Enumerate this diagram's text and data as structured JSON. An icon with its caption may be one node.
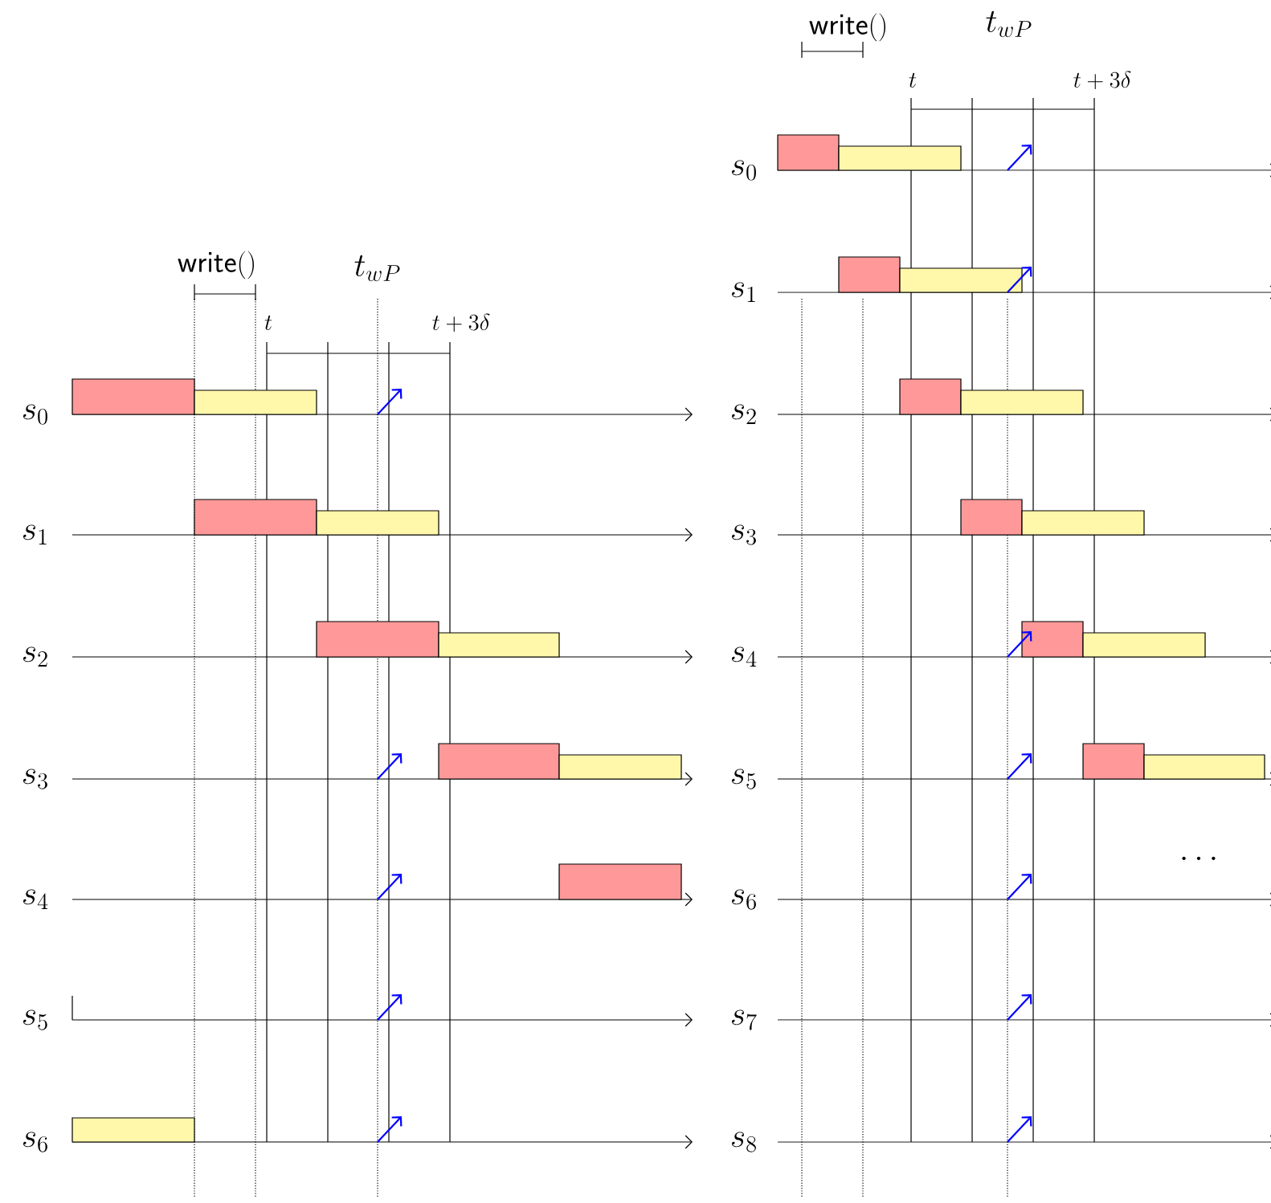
{
  "diagram": {
    "labels": [
      "\\mathsf{write}()",
      "t_{wP}",
      "t",
      "t+3\\delta",
      "s_0",
      "s_1",
      "s_2",
      "s_3",
      "s_4",
      "s_5",
      "s_6",
      "\\mathsf{write}()",
      "t_{wP}",
      "t",
      "t+3\\delta",
      "s_0",
      "s_1",
      "s_2",
      "s_3",
      "s_4",
      "s_5",
      "s_6",
      "s_7",
      "s_8",
      "\\cdots"
    ]
  }
}
